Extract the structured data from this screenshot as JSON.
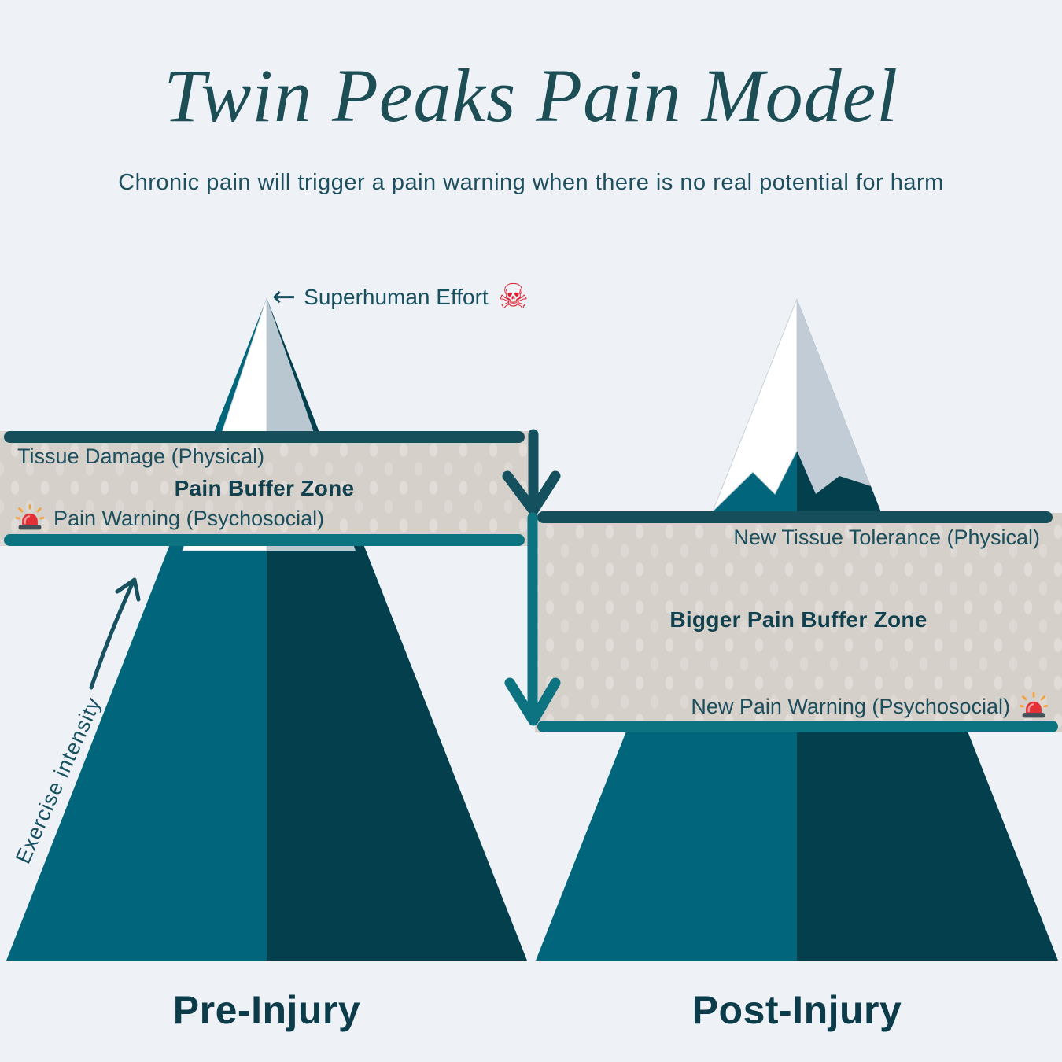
{
  "title": "Twin Peaks Pain Model",
  "subtitle": "Chronic pain will trigger a pain warning when there is no real potential for harm",
  "peak_annotation": {
    "arrow_glyph": "←",
    "label": "Superhuman Effort",
    "skull_glyph": "☠"
  },
  "y_axis_label": "Exercise intensity",
  "pre_injury": {
    "caption": "Pre-Injury",
    "band": {
      "top_label": "Tissue Damage (Physical)",
      "center_label": "Pain Buffer Zone",
      "bottom_label": "Pain Warning (Psychosocial)"
    }
  },
  "post_injury": {
    "caption": "Post-Injury",
    "band": {
      "top_label": "New Tissue Tolerance (Physical)",
      "center_label": "Bigger Pain Buffer Zone",
      "bottom_label": "New Pain Warning (Psychosocial)"
    }
  },
  "icons": {
    "skull": "skull-crossbones-icon",
    "siren": "siren-icon"
  },
  "colors": {
    "background": "#eef2f7",
    "mountain_light": "#01667b",
    "mountain_dark": "#043f4d",
    "snow_white": "#ffffff",
    "snow_shadow": "#c2ccd6",
    "band_fill": "#d6d0ca",
    "band_top_bar": "#164e5c",
    "band_bottom_bar": "#0c7380",
    "text_teal": "#1b4f5e",
    "accent_red": "#dc2130"
  }
}
